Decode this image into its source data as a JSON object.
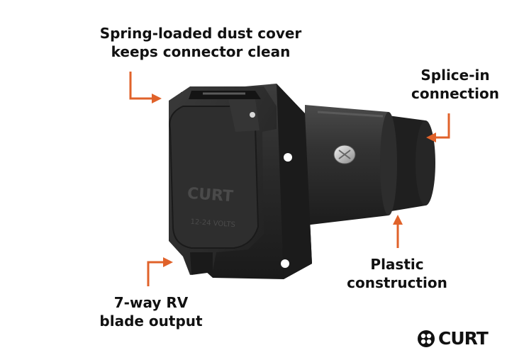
{
  "callouts": {
    "dust_cover": {
      "line1": "Spring-loaded dust cover",
      "line2": "keeps connector clean"
    },
    "splice": {
      "line1": "Splice-in",
      "line2": "connection"
    },
    "plastic": {
      "line1": "Plastic",
      "line2": "construction"
    },
    "output": {
      "line1": "7-way RV",
      "line2": "blade output"
    }
  },
  "cover_embossing": {
    "brand": "CURT",
    "rating": "12-24 VOLTS"
  },
  "brand": {
    "name": "CURT",
    "icon": "curt-logo-icon"
  },
  "colors": {
    "arrow": "#e0622a",
    "body": "#2b2b2b",
    "text": "#111111",
    "background": "#ffffff"
  }
}
